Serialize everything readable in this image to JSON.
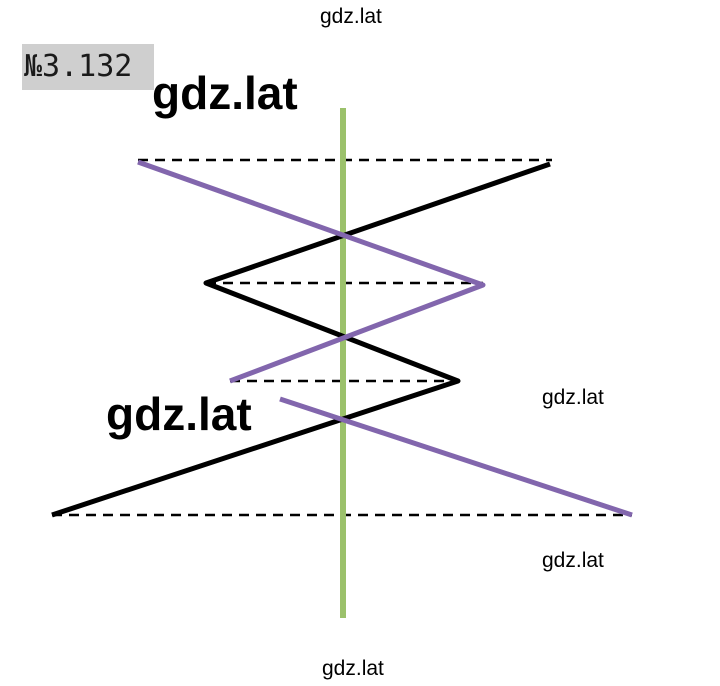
{
  "problem": {
    "number": "№3.132"
  },
  "watermarks": {
    "top": "gdz.lat",
    "big_1": "gdz.lat",
    "big_2": "gdz.lat",
    "right_1": "gdz.lat",
    "right_2": "gdz.lat",
    "bottom": "gdz.lat"
  },
  "colors": {
    "axis": "#9bc16b",
    "black_path": "#000000",
    "purple_path": "#8266ad",
    "dashed": "#000000",
    "badge_bg": "#cfcfcf"
  }
}
